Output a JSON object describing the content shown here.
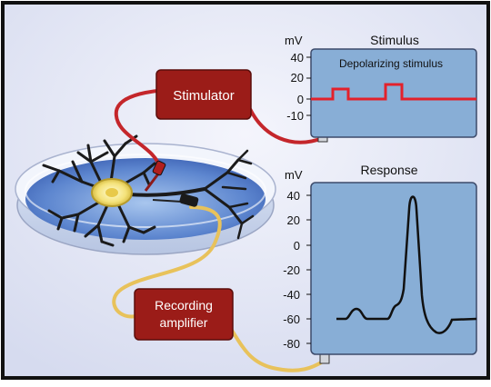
{
  "stimulus_panel": {
    "title": "Stimulus",
    "unit": "mV",
    "label": "Depolarizing stimulus",
    "ticks": [
      "40",
      "20",
      "0",
      "-10"
    ]
  },
  "response_panel": {
    "title": "Response",
    "unit": "mV",
    "ticks": [
      "40",
      "20",
      "0",
      "-20",
      "-40",
      "-60",
      "-80"
    ]
  },
  "stimulator_label": "Stimulator",
  "amplifier_label_line1": "Recording",
  "amplifier_label_line2": "amplifier",
  "colors": {
    "panel_fill": "#88aed6",
    "box_fill": "#9b1c18",
    "stimulus_trace": "#e3212b",
    "stimulus_wire": "#c4262b",
    "recording_wire": "#e8c25b",
    "background": "#e4e7f5"
  }
}
